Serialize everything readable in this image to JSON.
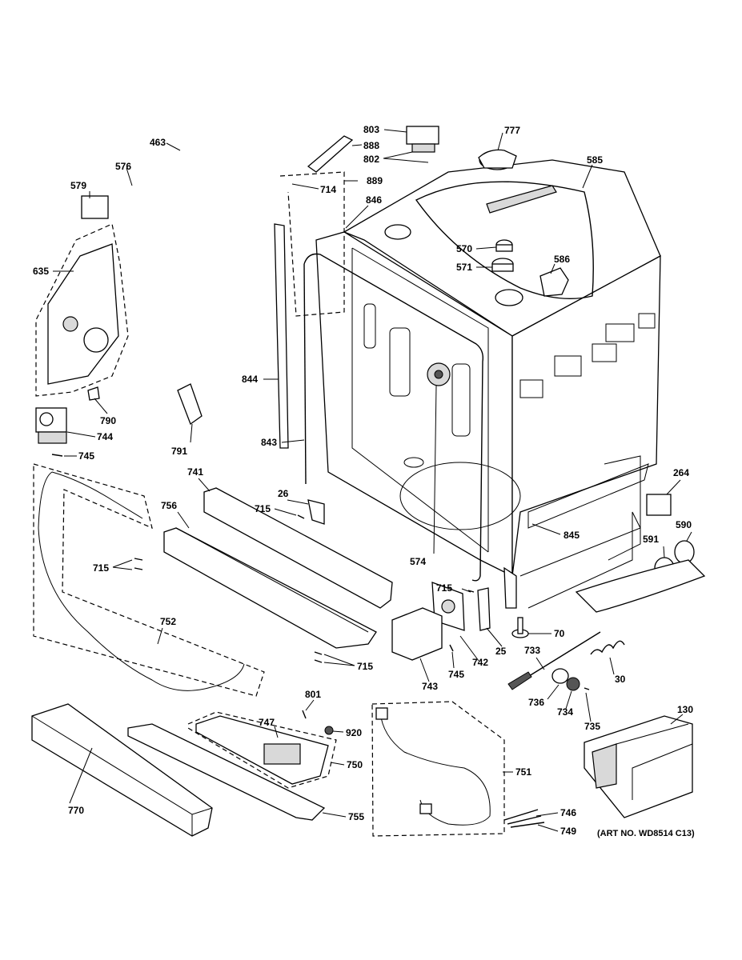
{
  "art_number": "(ART NO. WD8514 C13)",
  "labels": {
    "p803": "803",
    "p888": "888",
    "p802": "802",
    "p777": "777",
    "p463": "463",
    "p576": "576",
    "p579": "579",
    "p714": "714",
    "p889": "889",
    "p585": "585",
    "p846": "846",
    "p635": "635",
    "p570": "570",
    "p571": "571",
    "p586": "586",
    "p844": "844",
    "p790": "790",
    "p744": "744",
    "p791": "791",
    "p843": "843",
    "p745a": "745",
    "p741": "741",
    "p26": "26",
    "p264": "264",
    "p756": "756",
    "p715a": "715",
    "p590": "590",
    "p591": "591",
    "p845": "845",
    "p574": "574",
    "p715b": "715",
    "p715c": "715",
    "p752": "752",
    "p70": "70",
    "p25": "25",
    "p742": "742",
    "p733": "733",
    "p745b": "745",
    "p715d": "715",
    "p30": "30",
    "p743": "743",
    "p736": "736",
    "p734": "734",
    "p735": "735",
    "p801": "801",
    "p130": "130",
    "p747": "747",
    "p920": "920",
    "p750": "750",
    "p751": "751",
    "p770": "770",
    "p755": "755",
    "p746": "746",
    "p749": "749"
  }
}
